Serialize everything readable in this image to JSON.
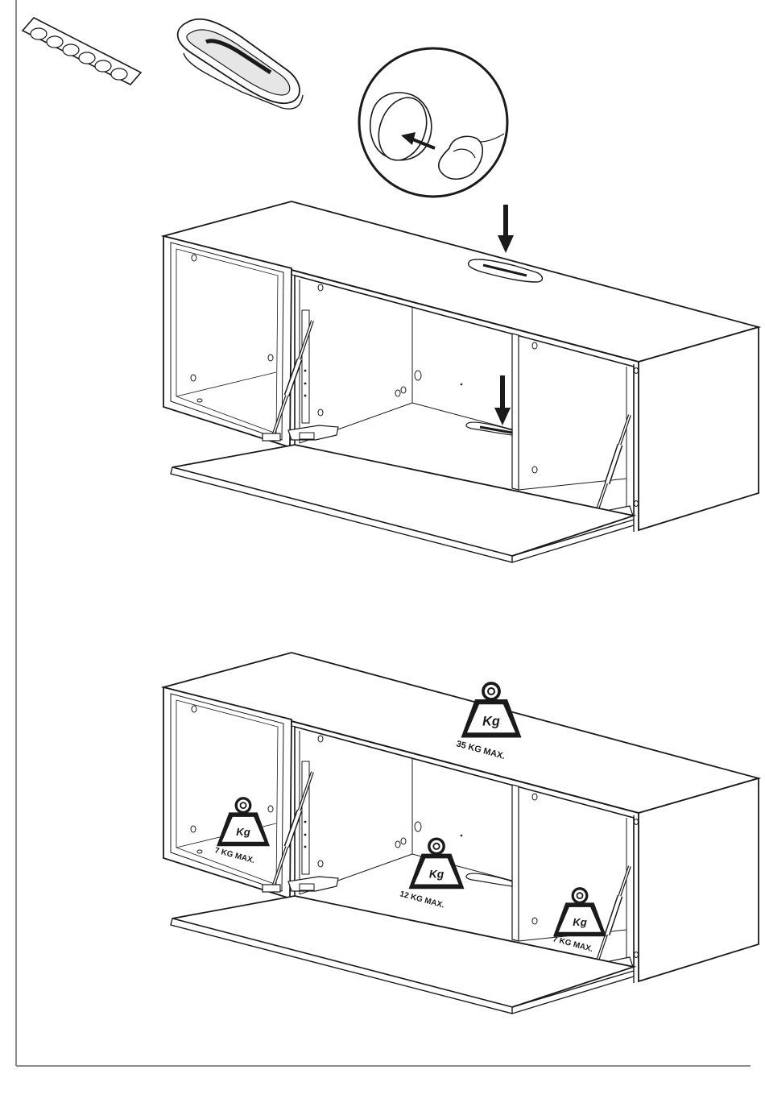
{
  "weights": {
    "kg_badge": "Kg",
    "top_capacity": "35 KG MAX.",
    "left_shelf_capacity": "7 KG MAX.",
    "center_shelf_capacity": "12 KG MAX.",
    "right_shelf_capacity": "7 KG MAX."
  },
  "colors": {
    "line": "#1a1a1a",
    "background": "#ffffff",
    "border": "#8a8a8a",
    "shading": "#e6e6e6"
  },
  "icons": [
    "adhesive-bumper-strip-icon",
    "cable-grommet-icon",
    "weight-icon",
    "arrow-down-icon"
  ]
}
